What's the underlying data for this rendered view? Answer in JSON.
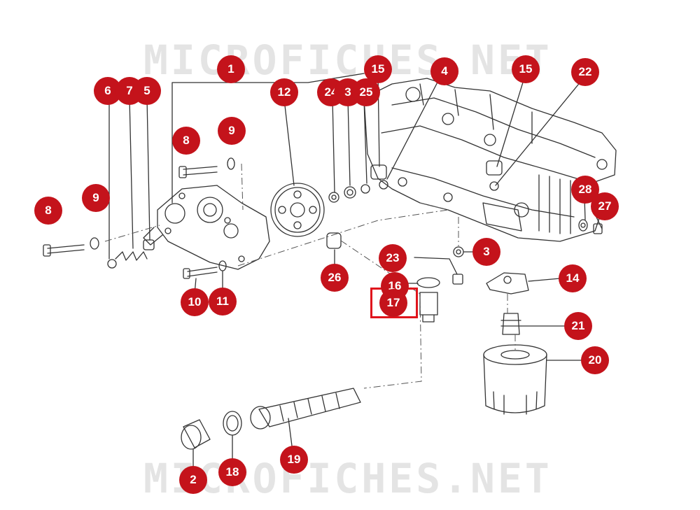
{
  "watermark": "MICROFICHES.NET",
  "colors": {
    "callout": "#c4131b",
    "highlight": "#e0141c",
    "lines": "#333333"
  },
  "callouts": [
    {
      "id": "c1",
      "label": "1"
    },
    {
      "id": "c15a",
      "label": "15"
    },
    {
      "id": "c4",
      "label": "4"
    },
    {
      "id": "c15b",
      "label": "15"
    },
    {
      "id": "c22",
      "label": "22"
    },
    {
      "id": "c6",
      "label": "6"
    },
    {
      "id": "c7",
      "label": "7"
    },
    {
      "id": "c5",
      "label": "5"
    },
    {
      "id": "c12",
      "label": "12"
    },
    {
      "id": "c24",
      "label": "24"
    },
    {
      "id": "c3a",
      "label": "3"
    },
    {
      "id": "c25",
      "label": "25"
    },
    {
      "id": "c8a",
      "label": "8"
    },
    {
      "id": "c9a",
      "label": "9"
    },
    {
      "id": "c9b",
      "label": "9"
    },
    {
      "id": "c8b",
      "label": "8"
    },
    {
      "id": "c28",
      "label": "28"
    },
    {
      "id": "c27",
      "label": "27"
    },
    {
      "id": "c23",
      "label": "23"
    },
    {
      "id": "c3b",
      "label": "3"
    },
    {
      "id": "c14",
      "label": "14"
    },
    {
      "id": "c26",
      "label": "26"
    },
    {
      "id": "c16",
      "label": "16"
    },
    {
      "id": "c17",
      "label": "17"
    },
    {
      "id": "c10",
      "label": "10"
    },
    {
      "id": "c11",
      "label": "11"
    },
    {
      "id": "c21",
      "label": "21"
    },
    {
      "id": "c20",
      "label": "20"
    },
    {
      "id": "c19",
      "label": "19"
    },
    {
      "id": "c18",
      "label": "18"
    },
    {
      "id": "c2",
      "label": "2"
    }
  ],
  "selected_callout": "17"
}
